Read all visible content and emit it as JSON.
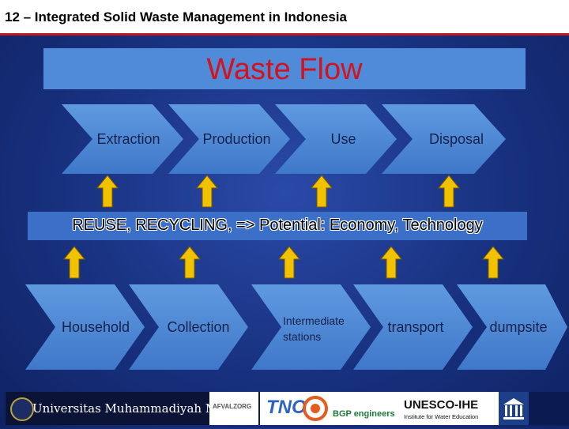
{
  "header": {
    "title": "12 – Integrated Solid Waste Management in Indonesia"
  },
  "banner": {
    "title": "Waste Flow"
  },
  "top_flow": [
    "Extraction",
    "Production",
    "Use",
    "Disposal"
  ],
  "mid_band": "REUSE, RECYCLING, => Potential: Economy, Technology",
  "bottom_flow": [
    "Household",
    "Collection",
    "Intermediate stations",
    "transport",
    "dumpsite"
  ],
  "footer": {
    "logos": {
      "umm": "Universitas Muhammadiyah Malang",
      "afvalzorg": "AFVALZORG",
      "tno": "TNO",
      "bgp": "BGP engineers",
      "unesco": "UNESCO-IHE",
      "unesco_sub": "Institute for Water Education"
    }
  },
  "colors": {
    "background": "#18317f",
    "banner": "#4f8bd8",
    "banner_text": "#d4121b",
    "chevron": "#4d8ad6",
    "arrow": "#f2c200",
    "accent_red": "#c0161c"
  }
}
